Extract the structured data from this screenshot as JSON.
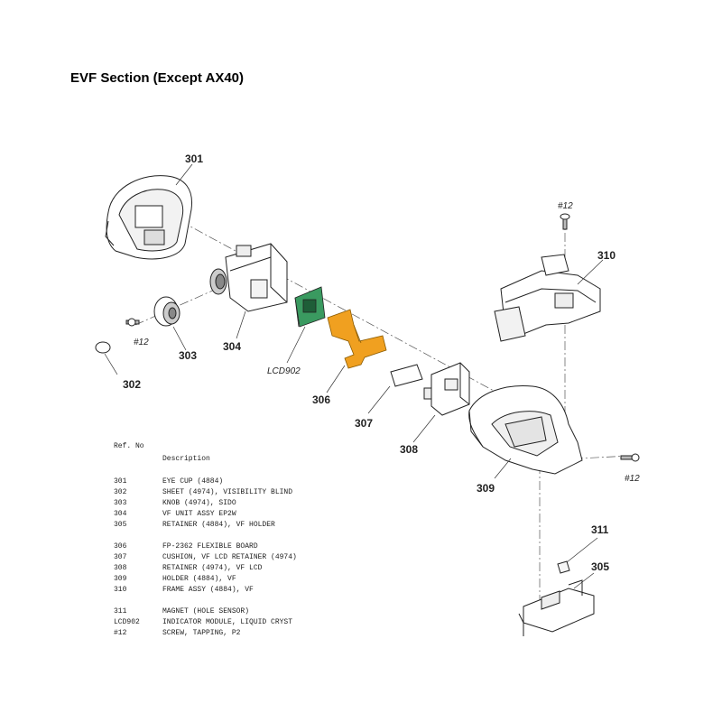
{
  "title": "EVF Section (Except AX40)",
  "table": {
    "ref_header": "Ref. No",
    "desc_header": "Description",
    "groups": [
      [
        {
          "ref": "301",
          "desc": "EYE CUP (4884)"
        },
        {
          "ref": "302",
          "desc": "SHEET (4974), VISIBILITY BLIND"
        },
        {
          "ref": "303",
          "desc": "KNOB (4974), SIDO"
        },
        {
          "ref": "304",
          "desc": "VF UNIT ASSY EP2W"
        },
        {
          "ref": "305",
          "desc": "RETAINER (4884), VF HOLDER"
        }
      ],
      [
        {
          "ref": "306",
          "desc": "FP-2362 FLEXIBLE BOARD"
        },
        {
          "ref": "307",
          "desc": "CUSHION, VF LCD RETAINER (4974)"
        },
        {
          "ref": "308",
          "desc": "RETAINER (4974), VF LCD"
        },
        {
          "ref": "309",
          "desc": "HOLDER (4884), VF"
        },
        {
          "ref": "310",
          "desc": "FRAME ASSY (4884), VF"
        }
      ],
      [
        {
          "ref": "311",
          "desc": "MAGNET (HOLE SENSOR)"
        },
        {
          "ref": "LCD902",
          "desc": "INDICATOR MODULE, LIQUID CRYST"
        },
        {
          "ref": "#12",
          "desc": "SCREW, TAPPING, P2"
        }
      ]
    ]
  },
  "callouts": {
    "c301": "301",
    "c302": "302",
    "c303": "303",
    "c304": "304",
    "c305": "305",
    "c306": "306",
    "c307": "307",
    "c308": "308",
    "c309": "309",
    "c310": "310",
    "c311": "311",
    "lcd902": "LCD902",
    "s12a": "#12",
    "s12b": "#12",
    "s12c": "#12"
  },
  "colors": {
    "flex_board": "#f0a020",
    "pcb": "#3a9a60",
    "line": "#333333"
  }
}
